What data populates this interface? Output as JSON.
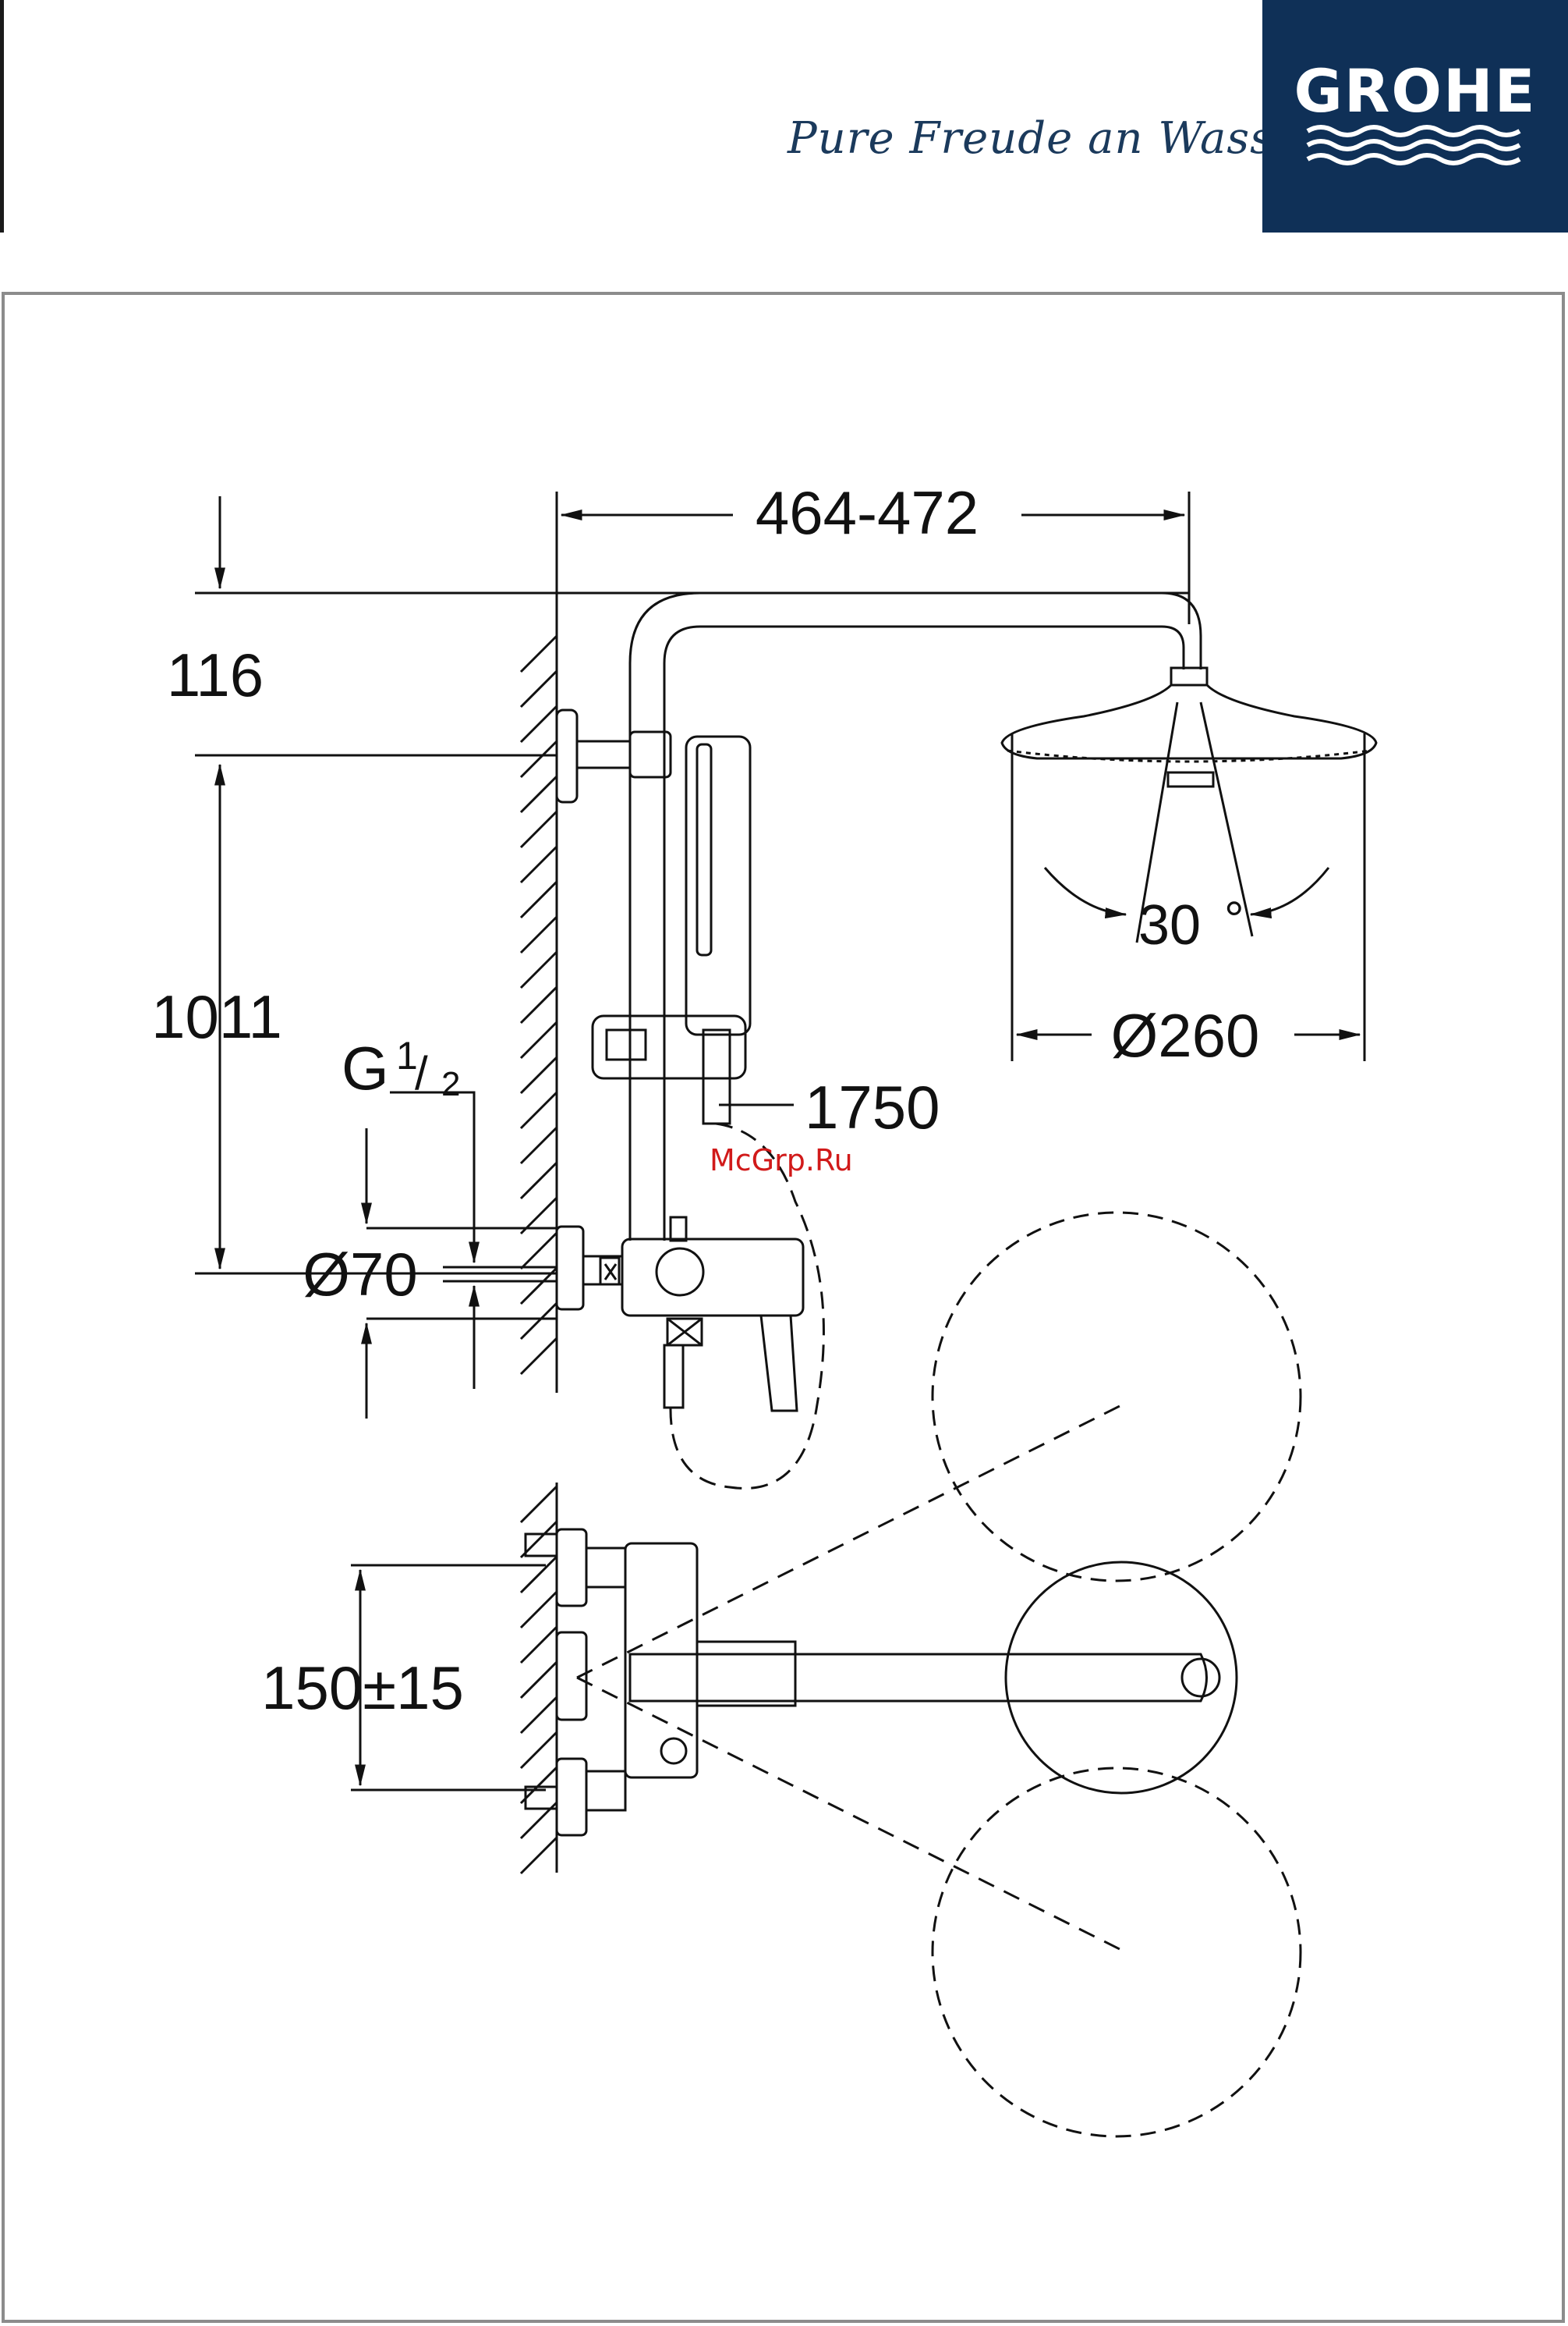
{
  "header": {
    "tagline": "Pure Freude an Wasser",
    "logo_text": "GROHE",
    "logo_color": "#0f3057"
  },
  "dimensions": {
    "arm_reach": "464-472",
    "top_offset": "116",
    "rail_height": "1011",
    "thread_g": "G",
    "thread_numerator": "1",
    "thread_denominator": "2",
    "rosette_diameter": "Ø70",
    "hose_length": "1750",
    "spray_angle": "30",
    "angle_unit": "°",
    "head_diameter": "Ø260",
    "inlet_spacing": "150±15"
  },
  "watermark": "McGrp.Ru"
}
